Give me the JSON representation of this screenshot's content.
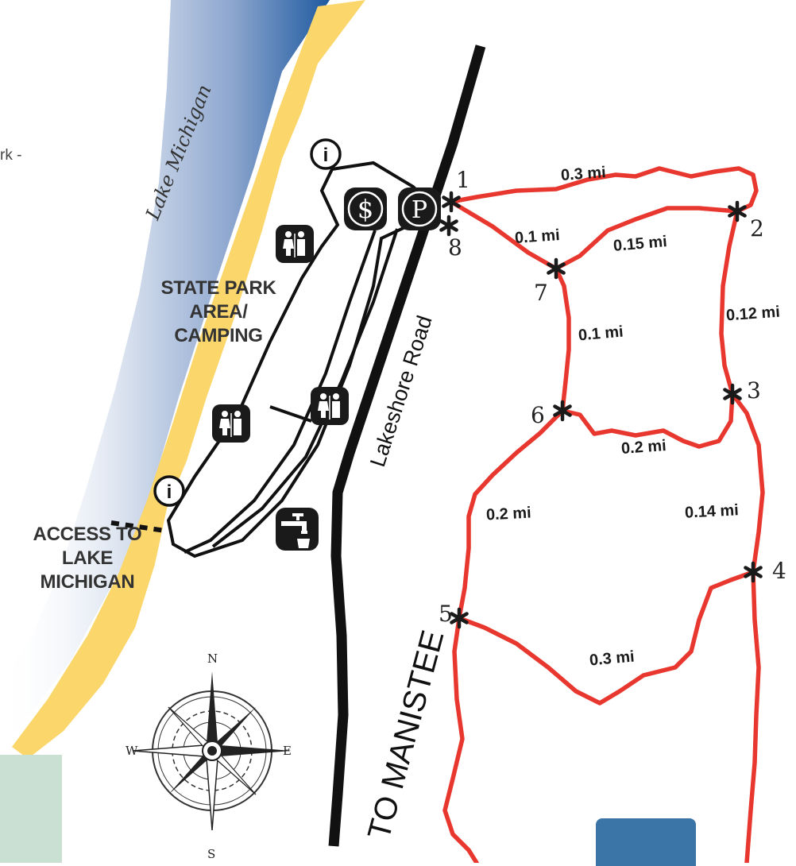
{
  "cutoff_text": "rk -",
  "lake_label": "Lake Michigan",
  "road_label": "Lakeshore Road",
  "direction_label": "TO MANISTEE",
  "area_label": [
    "STATE PARK",
    "AREA/",
    "CAMPING"
  ],
  "access_label": [
    "ACCESS TO",
    "LAKE",
    "MICHIGAN"
  ],
  "icons": {
    "info": "i",
    "fee": "$",
    "parking": "P",
    "restroom": "restroom-icon",
    "water": "water-tap-icon"
  },
  "waypoints": [
    "1",
    "2",
    "3",
    "4",
    "5",
    "6",
    "7",
    "8"
  ],
  "distances": {
    "d_1_2": "0.3 mi",
    "d_8_7": "0.1 mi",
    "d_7_2": "0.15 mi",
    "d_2_3": "0.12 mi",
    "d_7_6": "0.1 mi",
    "d_6_3": "0.2 mi",
    "d_6_5": "0.2 mi",
    "d_3_4": "0.14 mi",
    "d_5_4": "0.3 mi"
  },
  "compass": {
    "n": "N",
    "s": "S",
    "e": "E",
    "w": "W"
  },
  "colors": {
    "water_dark": "#1f5aa0",
    "water_light": "#dde6f2",
    "sand": "#fad66b",
    "trail": "#e8372e",
    "road": "#111111"
  }
}
